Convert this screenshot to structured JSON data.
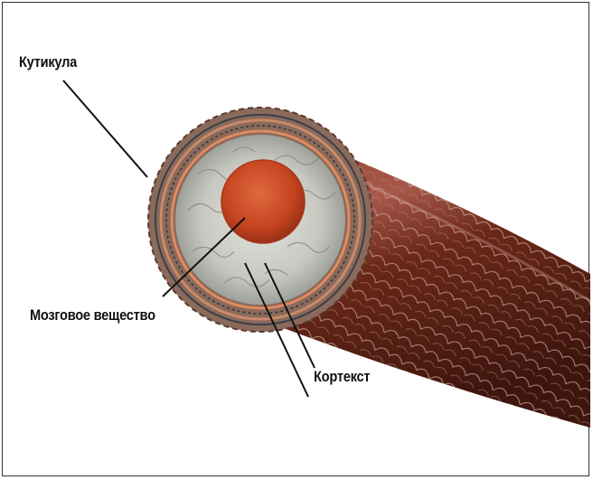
{
  "labels": {
    "cuticle": "Кутикула",
    "medulla": "Мозговое вещество",
    "cortex": "Кортекст"
  },
  "colors": {
    "hair_shaft": "#6e2c1f",
    "hair_shaft_highlight": "#a85a45",
    "cuticle_scale_line": "#c9a6a0",
    "cross_section_cortex": "#c9cbc4",
    "cross_section_rim": "#8a6a5a",
    "medulla": "#c94a26",
    "leader_line": "#111111",
    "label_text": "#111111"
  }
}
